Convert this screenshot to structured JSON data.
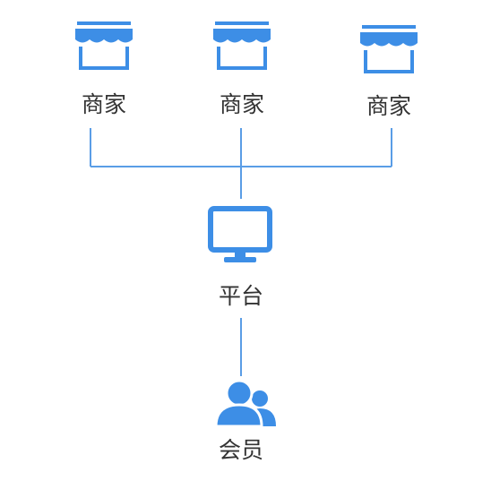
{
  "colors": {
    "icon_blue": "#3d8ee6",
    "line_blue": "#5a9de6",
    "text": "#333333"
  },
  "merchants": [
    {
      "label": "商家",
      "icon": "storefront-icon"
    },
    {
      "label": "商家",
      "icon": "storefront-icon"
    },
    {
      "label": "商家",
      "icon": "storefront-icon"
    }
  ],
  "platform": {
    "label": "平台",
    "icon": "monitor-icon"
  },
  "member": {
    "label": "会员",
    "icon": "users-icon"
  }
}
